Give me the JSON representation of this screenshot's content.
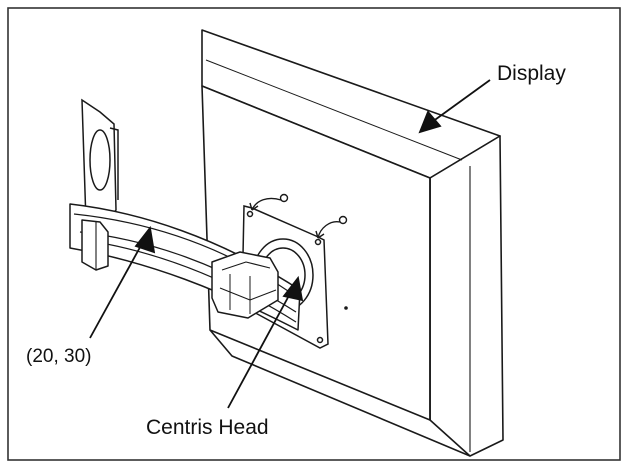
{
  "labels": {
    "display": "Display",
    "arm": "(20, 30)",
    "centris_head": "Centris Head"
  },
  "colors": {
    "stroke": "#1a1a1a",
    "fill": "#ffffff",
    "frame": "#333333"
  }
}
